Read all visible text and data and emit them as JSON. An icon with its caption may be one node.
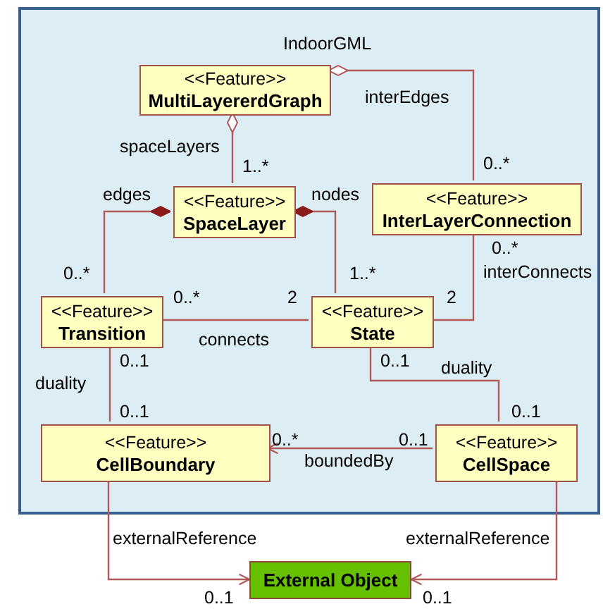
{
  "diagram": {
    "nodes": [
      {
        "text": [
          "IndoorGML"
        ]
      },
      {
        "text": [
          "<<Feature>>",
          "MultiLayererdGraph"
        ],
        "in": 0
      },
      {
        "text": [
          "<<Feature>>",
          "SpaceLayer"
        ],
        "in": 0
      },
      {
        "text": [
          "<<Feature>>",
          "InterLayerConnection"
        ],
        "in": 0
      },
      {
        "text": [
          "<<Feature>>",
          "Transition"
        ],
        "in": 0
      },
      {
        "text": [
          "<<Feature>>",
          "State"
        ],
        "in": 0
      },
      {
        "text": [
          "<<Feature>>",
          "CellBoundary"
        ],
        "in": 0
      },
      {
        "text": [
          "<<Feature>>",
          "CellSpace"
        ],
        "in": 0
      },
      {
        "text": [
          "External Object"
        ]
      }
    ],
    "edges": [
      {
        "from": 1,
        "to": 2,
        "arrow": "other",
        "label": "spaceLayers"
      },
      {
        "from": 1,
        "to": 3,
        "arrow": "other",
        "label": "interEdges"
      },
      {
        "from": 2,
        "to": 4,
        "arrow": "other",
        "label": "edges"
      },
      {
        "from": 2,
        "to": 5,
        "arrow": "other",
        "label": "nodes"
      },
      {
        "from": 4,
        "to": 5,
        "arrow": "none",
        "label": "connects"
      },
      {
        "from": 3,
        "to": 5,
        "arrow": "none",
        "label": "interConnects"
      },
      {
        "from": 4,
        "to": 6,
        "arrow": "none",
        "label": "duality"
      },
      {
        "from": 5,
        "to": 7,
        "arrow": "none",
        "label": "duality"
      },
      {
        "from": 7,
        "to": 6,
        "arrow": "to",
        "label": "boundedBy"
      },
      {
        "from": 6,
        "to": 8,
        "arrow": "to",
        "label": "externalReference"
      },
      {
        "from": 7,
        "to": 8,
        "arrow": "to",
        "label": "externalReference"
      }
    ],
    "labels": [
      "1..*",
      "0..*",
      "0..*",
      "0..*",
      "1..*",
      "0..*",
      "2",
      "2",
      "0..1",
      "0..1",
      "0..1",
      "0..1",
      "0..*",
      "0..1",
      "0..1",
      "0..1"
    ]
  }
}
